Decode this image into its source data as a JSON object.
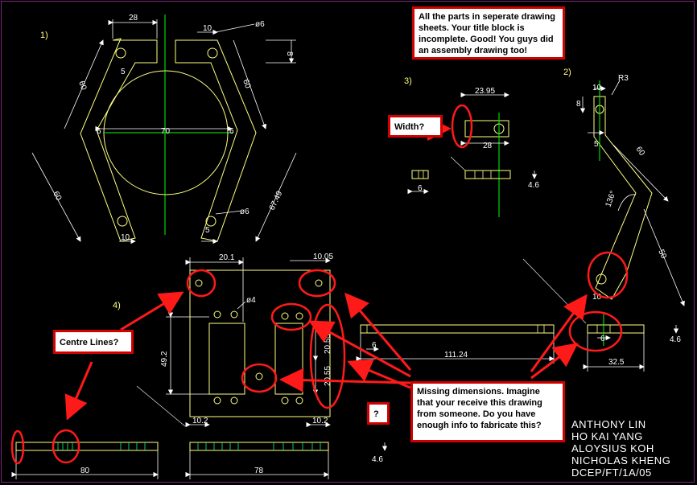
{
  "part_labels": {
    "p1": "1)",
    "p2": "2)",
    "p3": "3)",
    "p4": "4)"
  },
  "dimensions": {
    "p1": [
      "28",
      "10",
      "ø6",
      "8",
      "5",
      "60",
      "60",
      "6",
      "70",
      "6",
      "60",
      "67.49",
      "ø6",
      "5",
      "10"
    ],
    "p2": [
      "10",
      "R3",
      "8",
      "5",
      "60",
      "136°",
      "50",
      "10"
    ],
    "p3": [
      "23.95",
      "28",
      "6",
      "4.6"
    ],
    "p4": [
      "20.1",
      "10.05",
      "ø4",
      "49.2",
      "20.55",
      "20.55",
      "10.2",
      "10.2"
    ],
    "bottom": [
      "80",
      "78",
      "4.6"
    ],
    "right": [
      "6",
      "111.24",
      "4.6",
      "6",
      "32.5"
    ]
  },
  "comments": {
    "general": "All the parts in seperate drawing sheets. Your title block is incomplete. Good! You guys did an assembly drawing too!",
    "width": "Width?",
    "centre_lines": "Centre Lines?",
    "question": "?",
    "missing_dimensions": "Missing dimensions. Imagine that your receive this drawing from someone. Do you have enough info to fabricate this?"
  },
  "title_block": [
    "ANTHONY LIN",
    "HO KAI YANG",
    "ALOYSIUS KOH",
    "NICHOLAS KHENG",
    "DCEP/FT/1A/05"
  ],
  "colors": {
    "background": "#000000",
    "part": "#ffff80",
    "centerline": "#00ff00",
    "dimension": "#ffffff",
    "annotation": "#ff0000",
    "frame": "#7a2a7a"
  }
}
